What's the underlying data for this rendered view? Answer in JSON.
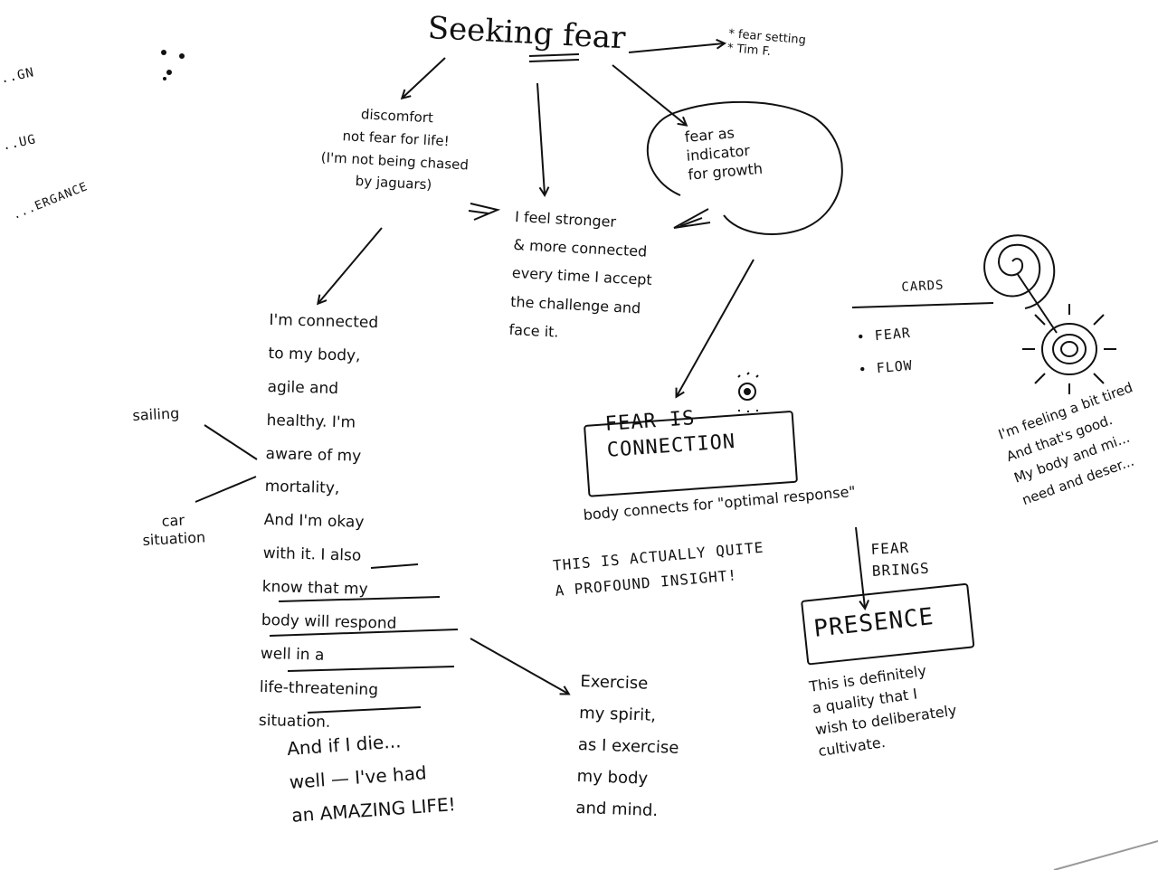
{
  "colors": {
    "ink": "#111111",
    "board": "#ffffff"
  },
  "title": "Seeking fear",
  "edge_notes": {
    "top_right": "* fear setting\n* Tim F.",
    "left_1": "...GN",
    "left_2": "...UG",
    "left_3": "...ERGANCE"
  },
  "branches": {
    "discomfort": "discomfort\nnot fear for life!\n(I'm not being chased\nby jaguars)",
    "stronger": "I feel stronger\n& more connected\nevery time I accept\nthe challenge and\nface it.",
    "growth": "fear as\nindicator\nfor growth"
  },
  "body": {
    "text": "I'm connected\nto my body,\nagile and\nhealthy. I'm\naware of my\nmortality,\nAnd I'm okay\nwith it. I also\nknow that my\nbody will respond\nwell in a\nlife-threatening\nsituation.",
    "if_i_die": "And if I die...\nwell — I've had\nan AMAZING LIFE!",
    "sailing": "sailing",
    "car": "car\nsituation"
  },
  "exercise": "Exercise\nmy spirit,\nas I exercise\nmy body\nand mind.",
  "connection": {
    "box_text": "FEAR IS\nCONNECTION",
    "note": "body connects for \"optimal response\"",
    "insight": "THIS IS ACTUALLY QUITE\nA PROFOUND INSIGHT!"
  },
  "presence": {
    "arrow_label": "FEAR\nBRINGS",
    "box_text": "PRESENCE",
    "note": "This is definitely\na quality that I\nwish to deliberately\ncultivate."
  },
  "cards": {
    "title": "CARDS",
    "items": [
      "• FEAR",
      "• FLOW"
    ]
  },
  "right_note": "I'm feeling a bit tired\nAnd that's good.\nMy body and mi...\nneed and deser..."
}
